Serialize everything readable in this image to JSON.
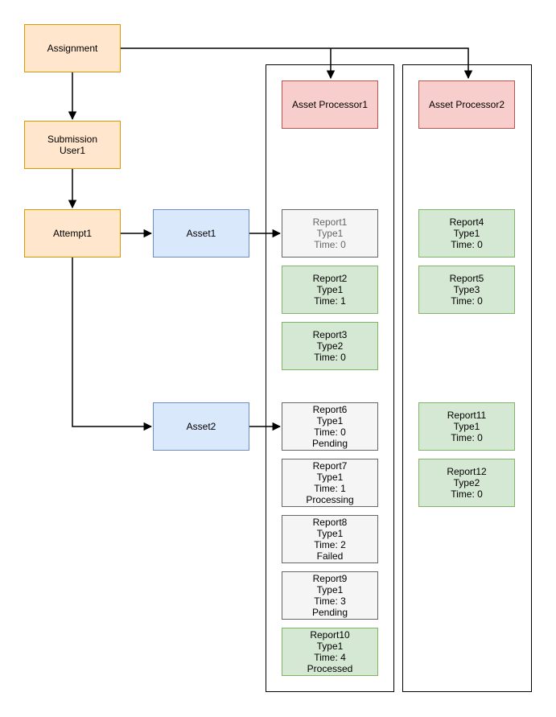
{
  "palette": {
    "orange_fill": "#FFE6CC",
    "orange_stroke": "#D79B00",
    "blue_fill": "#DAE8FC",
    "blue_stroke": "#6C8EBF",
    "green_fill": "#D5E8D4",
    "green_stroke": "#82B366",
    "red_fill": "#F8CECC",
    "red_stroke": "#B85450",
    "grey_fill": "#F5F5F5",
    "grey_stroke": "#666666",
    "grey_text": "#666666",
    "container_stroke": "#000000",
    "edge_color": "#000000"
  },
  "nodes": {
    "assignment": {
      "label": "Assignment"
    },
    "submission": {
      "line1": "Submission",
      "line2": "User1"
    },
    "attempt1": {
      "label": "Attempt1"
    },
    "asset1": {
      "label": "Asset1"
    },
    "asset2": {
      "label": "Asset2"
    },
    "processor1": {
      "label": "Asset Processor1"
    },
    "processor2": {
      "label": "Asset Processor2"
    }
  },
  "reports": [
    {
      "name": "Report1",
      "type": "Type1",
      "time": "Time: 0"
    },
    {
      "name": "Report2",
      "type": "Type1",
      "time": "Time: 1"
    },
    {
      "name": "Report3",
      "type": "Type2",
      "time": "Time: 0"
    },
    {
      "name": "Report4",
      "type": "Type1",
      "time": "Time: 0"
    },
    {
      "name": "Report5",
      "type": "Type3",
      "time": "Time: 0"
    },
    {
      "name": "Report6",
      "type": "Type1",
      "time": "Time: 0",
      "status": "Pending"
    },
    {
      "name": "Report7",
      "type": "Type1",
      "time": "Time: 1",
      "status": "Processing"
    },
    {
      "name": "Report8",
      "type": "Type1",
      "time": "Time: 2",
      "status": "Failed"
    },
    {
      "name": "Report9",
      "type": "Type1",
      "time": "Time: 3",
      "status": "Pending"
    },
    {
      "name": "Report10",
      "type": "Type1",
      "time": "Time: 4",
      "status": "Processed"
    },
    {
      "name": "Report11",
      "type": "Type1",
      "time": "Time: 0"
    },
    {
      "name": "Report12",
      "type": "Type2",
      "time": "Time: 0"
    }
  ],
  "edges": [
    {
      "from": "Assignment",
      "to": "Submission User1"
    },
    {
      "from": "Submission User1",
      "to": "Attempt1"
    },
    {
      "from": "Attempt1",
      "to": "Asset1"
    },
    {
      "from": "Attempt1",
      "to": "Asset2"
    },
    {
      "from": "Asset1",
      "to": "Report1"
    },
    {
      "from": "Asset2",
      "to": "Report6"
    },
    {
      "from": "Assignment",
      "to": "Asset Processor1"
    },
    {
      "from": "Assignment",
      "to": "Asset Processor2"
    }
  ]
}
